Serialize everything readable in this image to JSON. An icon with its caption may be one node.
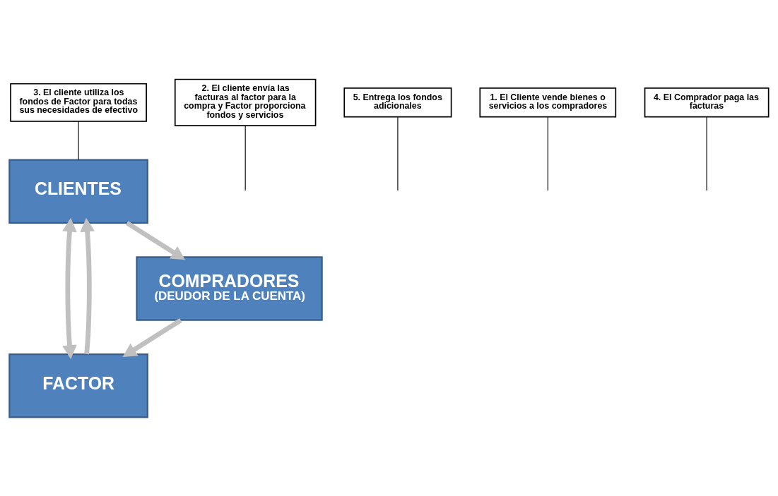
{
  "diagram": {
    "nodes": [
      {
        "text": [
          "CLIENTES"
        ]
      },
      {
        "text": [
          "FACTOR"
        ]
      },
      {
        "text": [
          "COMPRADORES",
          "(DEUDOR DE LA CUENTA)"
        ]
      },
      {
        "text": [
          "2. El cliente envía las facturas al factor para la compra y Factor proporciona fondos y servicios"
        ]
      },
      {
        "text": [
          "3. El cliente utiliza los fondos de Factor para todas sus necesidades de efectivo"
        ]
      },
      {
        "text": [
          "5. Entrega los fondos adicionales"
        ]
      },
      {
        "text": [
          "1. El Cliente vende bienes o servicios a los compradores"
        ]
      },
      {
        "text": [
          "4. El Comprador paga las facturas"
        ]
      }
    ],
    "edges": [
      {
        "from": 0,
        "to": 1,
        "arrow": "both",
        "style": "thick",
        "color": "#c0c0c0"
      },
      {
        "from": 1,
        "to": 0,
        "arrow": "to",
        "style": "thick",
        "color": "#c0c0c0"
      },
      {
        "from": 0,
        "to": 2,
        "arrow": "to",
        "style": "thick",
        "color": "#c0c0c0"
      },
      {
        "from": 2,
        "to": 1,
        "arrow": "to",
        "style": "thick",
        "color": "#c0c0c0"
      },
      {
        "from": 3,
        "to": null,
        "arrow": "none"
      },
      {
        "from": 4,
        "to": 0,
        "arrow": "none"
      },
      {
        "from": 5,
        "to": null,
        "arrow": "none"
      },
      {
        "from": 6,
        "to": null,
        "arrow": "none"
      },
      {
        "from": 7,
        "to": null,
        "arrow": "none"
      }
    ]
  }
}
